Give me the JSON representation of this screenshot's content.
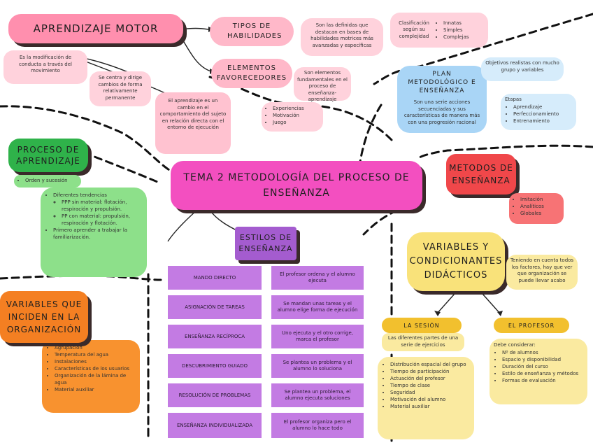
{
  "central": {
    "title": "TEMA 2 METODOLOGÍA DEL PROCESO DE ENSEÑANZA"
  },
  "aprendizaje_motor": {
    "title": "APRENDIZAJE MOTOR",
    "definicion": "Es la modificación de conducta a través del movimiento",
    "notas": [
      "Se centra y dirige cambios de forma relativamente permanente",
      "El aprendizaje es un cambio en el comportamiento del sujeto en relación directa con el entorno de ejecución"
    ],
    "tipos": {
      "title": "TIPOS DE HABILIDADES",
      "descripcion": "Son las definidas que destacan en bases de habilidades motrices más avanzadas y específicas",
      "clasificacion": "Clasificación según su complejidad",
      "items": [
        "Innatas",
        "Simples",
        "Complejas"
      ]
    },
    "elementos": {
      "title": "ELEMENTOS FAVORECEDORES",
      "descripcion": "Son elementos fundamentales en el proceso de enseñanza-aprendizaje",
      "items": [
        "Experiencias",
        "Motivación",
        "Juego"
      ]
    }
  },
  "plan": {
    "title": "PLAN METODOLÓGICO E ENSEÑANZA",
    "descripcion": "Son una serie acciones secuenciadas y sus características de manera más con una progresión racional",
    "objetivos": "Objetivos realistas con mucho grupo y variables",
    "etapas_title": "Etapas",
    "etapas": [
      "Aprendizaje",
      "Perfeccionamiento",
      "Entrenamiento"
    ]
  },
  "proceso": {
    "title": "PROCESO DE APRENDIZAJE",
    "orden": "Orden y sucesión",
    "tendencias_title": "Diferentes tendencias",
    "tendencias": [
      {
        "label": "PPP sin material:",
        "detalle": "flotación, respiración y propulsión."
      },
      {
        "label": "PP con material:",
        "detalle": "propulsión, respiración y flotación."
      }
    ],
    "primero": "Primero aprender a trabajar la familiarización."
  },
  "metodos": {
    "title": "METODOS DE ENSEÑANZA",
    "items": [
      "Imitación",
      "Analíticos",
      "Globales"
    ]
  },
  "estilos": {
    "title": "ESTILOS DE ENSEÑANZA",
    "rows": [
      {
        "name": "MANDO DIRECTO",
        "desc": "El profesor ordena y el alumno ejecuta"
      },
      {
        "name": "ASIGNACIÓN DE TAREAS",
        "desc": "Se mandan unas tareas y el alumno elige forma de ejecución"
      },
      {
        "name": "ENSEÑANZA RECÍPROCA",
        "desc": "Uno ejecuta y el otro corrige, marca el profesor"
      },
      {
        "name": "DESCUBRIMIENTO GUIADO",
        "desc": "Se plantea un problema y el alumno lo soluciona"
      },
      {
        "name": "RESOLUCIÓN DE PROBLEMAS",
        "desc": "Se plantea un problema, el alumno ejecuta soluciones"
      },
      {
        "name": "ENSEÑANZA INDIVIDUALIZADA",
        "desc": "El profesor organiza pero el alumno lo hace todo"
      }
    ]
  },
  "variables_condicionantes": {
    "title": "VARIABLES Y CONDICIONANTES DIDÁCTICOS",
    "nota": "Teniendo en cuenta todos los factores, hay que ver que organización se puede llevar acabo",
    "sesion": {
      "title": "LA SESIÓN",
      "descripcion": "Las diferentes partes de una serie de ejercicios",
      "items": [
        "Distribución espacial del grupo",
        "Tiempo de participación",
        "Actuación del profesor",
        "Tiempo de clase",
        "Seguridad",
        "Motivación del alumno",
        "Material auxiliar"
      ]
    },
    "profesor": {
      "title": "EL PROFESOR",
      "intro": "Debe considerar:",
      "items": [
        "Nº de alumnos",
        "Espacio y disponibilidad",
        "Duración del curso",
        "Estilo de enseñanza y métodos",
        "Formas de evaluación"
      ]
    }
  },
  "variables_organizacion": {
    "title": "VARIABLES QUE INCIDEN EN LA ORGANIZACIÓN",
    "items": [
      "Agrupación",
      "Temperatura del agua",
      "Instalaciones",
      "Características de los usuarios",
      "Organización de la lámina de agua",
      "Material auxiliar"
    ]
  }
}
